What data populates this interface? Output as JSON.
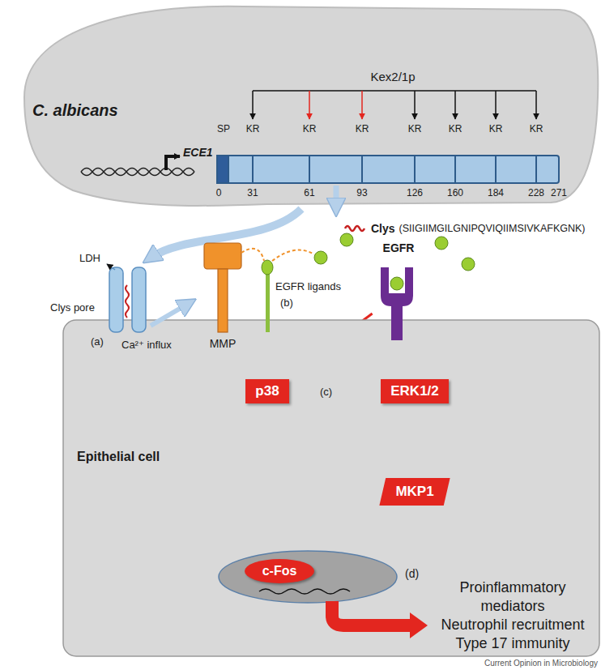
{
  "diagram": {
    "nodes": [
      {
        "text": [
          "C. albicans"
        ]
      },
      {
        "text": [
          "Epithelial cell"
        ]
      },
      {
        "text": [
          "MMP"
        ],
        "in": 1
      },
      {
        "text": [
          "EGFR"
        ],
        "in": 1
      },
      {
        "text": [
          "p38"
        ],
        "in": 1
      },
      {
        "text": [
          "ERK1/2"
        ],
        "in": 1
      },
      {
        "text": [
          "MKP1"
        ],
        "in": 1
      },
      {
        "text": [
          "c-Fos"
        ],
        "in": 1
      }
    ],
    "edges": [
      {
        "from": 3,
        "to": 4,
        "arrow": "to"
      },
      {
        "from": 3,
        "to": 5,
        "arrow": "to"
      },
      {
        "from": 5,
        "to": 6,
        "arrow": "to"
      },
      {
        "from": 6,
        "to": 4,
        "arrow": "to"
      },
      {
        "from": 4,
        "to": 7,
        "arrow": "to"
      }
    ],
    "labels": [
      "Kex2/1p",
      "SP",
      "KR",
      "KR",
      "KR",
      "KR",
      "KR",
      "KR",
      "KR",
      "0",
      "31",
      "61",
      "93",
      "126",
      "160",
      "184",
      "228",
      "271",
      "ECE1",
      "Clys",
      "(SIIGIIMGILGNIPQVIQIIMSIVKAFKGNK)",
      "LDH",
      "Clys pore",
      "(a)",
      "Ca²⁺ influx",
      "EGFR ligands",
      "(b)",
      "(c)",
      "(d)",
      "Proinflammatory mediators",
      "Neutrophil recruitment",
      "Type 17 immunity",
      "Current Opinion in Microbiology"
    ]
  }
}
